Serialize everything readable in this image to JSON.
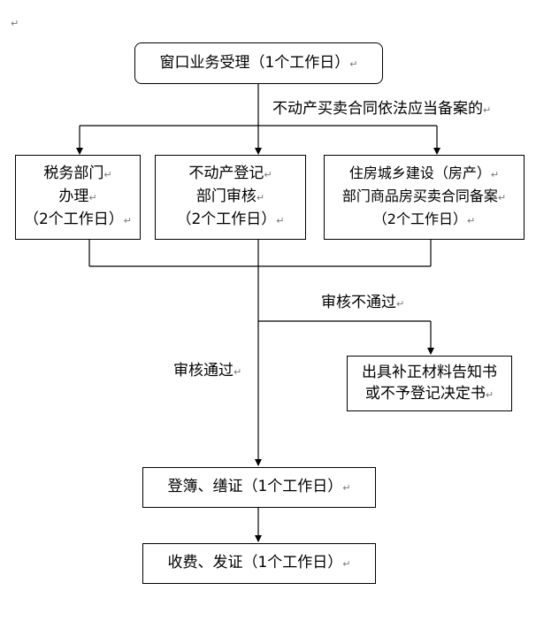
{
  "nodes": {
    "window": {
      "lines": [
        "窗口业务受理（1个工作日）"
      ]
    },
    "tax": {
      "lines": [
        "税务部门",
        "办理",
        "（2个工作日）"
      ]
    },
    "realestate": {
      "lines": [
        "不动产登记",
        "部门审核",
        "（2个工作日）"
      ]
    },
    "housing": {
      "lines": [
        "住房城乡建设（房产）",
        "部门商品房买卖合同备案",
        "（2个工作日）"
      ]
    },
    "supplement": {
      "lines": [
        "出具补正材料告知书",
        "或不予登记决定书"
      ]
    },
    "register": {
      "lines": [
        "登簿、缮证（1个工作日）"
      ]
    },
    "issue": {
      "lines": [
        "收费、发证（1个工作日）"
      ]
    }
  },
  "labels": {
    "filing_condition": "不动产买卖合同依法应当备案的",
    "review_failed": "审核不通过",
    "review_passed": "审核通过"
  },
  "para_mark": "↵"
}
